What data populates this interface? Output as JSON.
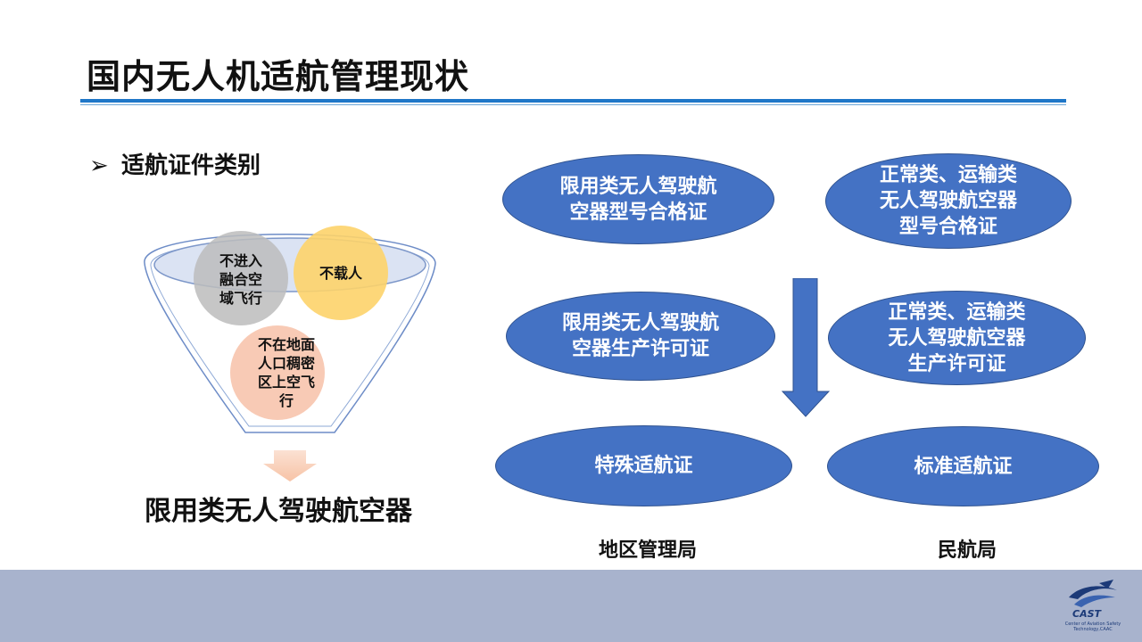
{
  "page": {
    "title": "国内无人机适航管理现状",
    "bullet": "适航证件类别"
  },
  "funnel": {
    "circle_1": "不进入\n融合空\n域飞行",
    "circle_2": "不载人",
    "circle_3": "不在地面\n人口稠密\n区上空飞\n行",
    "result": "限用类无人驾驶航空器"
  },
  "left_column": {
    "oval_1": "限用类无人驾驶航\n空器型号合格证",
    "oval_2": "限用类无人驾驶航\n空器生产许可证",
    "oval_3": "特殊适航证",
    "label": "地区管理局"
  },
  "right_column": {
    "oval_1": "正常类、运输类\n无人驾驶航空器\n型号合格证",
    "oval_2": "正常类、运输类\n无人驾驶航空器\n生产许可证",
    "oval_3": "标准适航证",
    "label": "民航局"
  },
  "logo": {
    "text": "CAST",
    "subtext": "Center of Aviation Safety Technology,CAAC"
  },
  "colors": {
    "accent_blue": "#4472c4",
    "rule_blue": "#1f77c8",
    "footer": "#a8b3cd"
  }
}
